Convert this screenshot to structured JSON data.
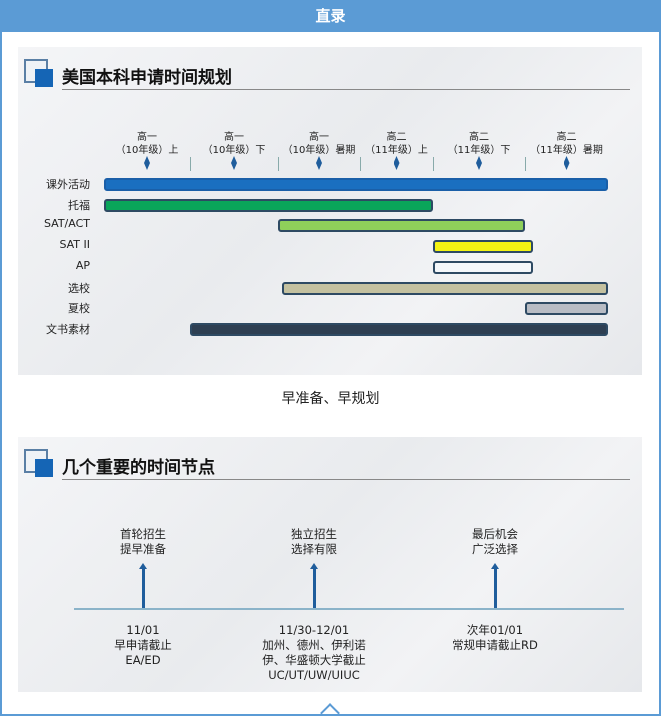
{
  "header": {
    "title": "直录"
  },
  "section1": {
    "title": "美国本科申请时间规划",
    "caption": "早准备、早规划"
  },
  "periods": [
    {
      "l1": "高一",
      "l2": "（10年级）上"
    },
    {
      "l1": "高一",
      "l2": "（10年级）下"
    },
    {
      "l1": "高一",
      "l2": "（10年级）暑期"
    },
    {
      "l1": "高二",
      "l2": "（11年级）上"
    },
    {
      "l1": "高二",
      "l2": "（11年级）下"
    },
    {
      "l1": "高二",
      "l2": "（11年级）暑期"
    }
  ],
  "tasks": [
    {
      "label": "课外活动",
      "start": 0,
      "end": 6,
      "color": "#1a6fc0"
    },
    {
      "label": "托福",
      "start": 0,
      "end": 4,
      "color": "#0aa55a"
    },
    {
      "label": "SAT/ACT",
      "start": 2,
      "end": 5,
      "color": "#8fd05a"
    },
    {
      "label": "SAT II",
      "start": 4,
      "end": 5.1,
      "color": "#f4f414"
    },
    {
      "label": "AP",
      "start": 4,
      "end": 5.1,
      "color": "#f4f7fa"
    },
    {
      "label": "选校",
      "start": 2.05,
      "end": 6,
      "color": "#c4c1a0"
    },
    {
      "label": "夏校",
      "start": 5,
      "end": 6,
      "color": "#b8bcc4"
    },
    {
      "label": "文书素材",
      "start": 1,
      "end": 6,
      "color": "#2e3f52"
    }
  ],
  "section2": {
    "title": "几个重要的时间节点"
  },
  "milestones": [
    {
      "top1": "首轮招生",
      "top2": "提早准备",
      "bottom": [
        "11/01",
        "早申请截止",
        "EA/ED"
      ]
    },
    {
      "top1": "独立招生",
      "top2": "选择有限",
      "bottom": [
        "11/30-12/01",
        "加州、德州、伊利诺",
        "伊、华盛顿大学截止",
        "UC/UT/UW/UIUC"
      ]
    },
    {
      "top1": "最后机会",
      "top2": "广泛选择",
      "bottom": [
        "次年01/01",
        "常规申请截止RD"
      ]
    }
  ]
}
